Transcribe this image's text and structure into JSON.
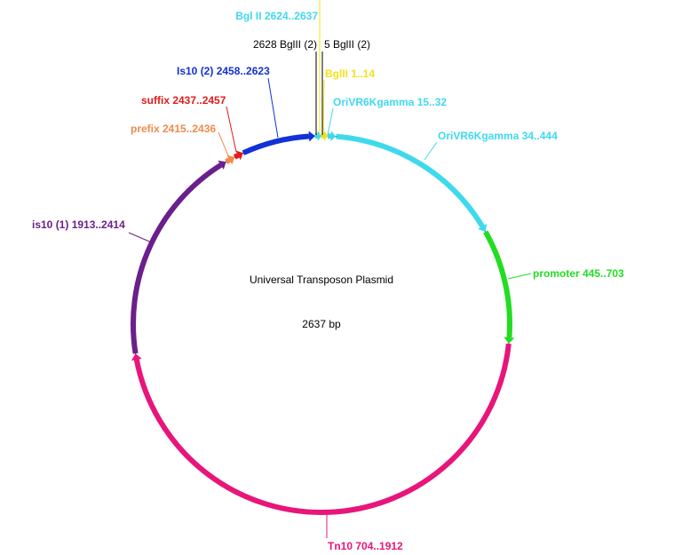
{
  "plasmid": {
    "name": "Universal Transposon Plasmid",
    "size_label": "2637 bp",
    "length": 2637
  },
  "features": [
    {
      "id": "feat-orivr6kgamma-34-444",
      "label": "OriVR6Kgamma 34..444",
      "start": 34,
      "end": 444,
      "color": "#3fd9ee"
    },
    {
      "id": "feat-promoter-445-703",
      "label": "promoter 445..703",
      "start": 445,
      "end": 703,
      "color": "#22dd22"
    },
    {
      "id": "feat-tn10-704-1912",
      "label": "Tn10 704..1912",
      "start": 704,
      "end": 1912,
      "color": "#e8157a"
    },
    {
      "id": "feat-is10-1-1913-2414",
      "label": "is10 (1) 1913..2414",
      "start": 1913,
      "end": 2414,
      "color": "#6a1f8c"
    },
    {
      "id": "feat-prefix-2415-2436",
      "label": "prefix 2415..2436",
      "start": 2415,
      "end": 2436,
      "color": "#f08a4b"
    },
    {
      "id": "feat-suffix-2437-2457",
      "label": "suffix 2437..2457",
      "start": 2437,
      "end": 2457,
      "color": "#e01b1b"
    },
    {
      "id": "feat-is10-2-2458-2623",
      "label": "Is10 (2) 2458..2623",
      "start": 2458,
      "end": 2623,
      "color": "#1231d6"
    },
    {
      "id": "feat-bglii-2624-2637",
      "label": "Bgl II 2624..2637",
      "start": 2624,
      "end": 2637,
      "color": "#3fd9ee"
    },
    {
      "id": "feat-bglii-1-14",
      "label": "BglII 1..14",
      "start": 1,
      "end": 14,
      "color": "#f2e21a"
    },
    {
      "id": "feat-orivr6kgamma-15-32",
      "label": "OriVR6Kgamma 15..32",
      "start": 15,
      "end": 32,
      "color": "#3fd9ee"
    }
  ],
  "sites": [
    {
      "id": "site-2628-bglii",
      "label": "2628 BglII (2)"
    },
    {
      "id": "site-5-bglii",
      "label": "5 BglII (2)"
    }
  ]
}
